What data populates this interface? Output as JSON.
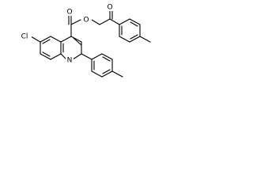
{
  "diagram": {
    "type": "chemical-structure",
    "atom_labels": {
      "ester_oxygen": "O",
      "ketone_oxygen": "O",
      "carbonyl_oxygen": "O",
      "chlorine": "Cl",
      "ring_nitrogen": "N"
    }
  }
}
